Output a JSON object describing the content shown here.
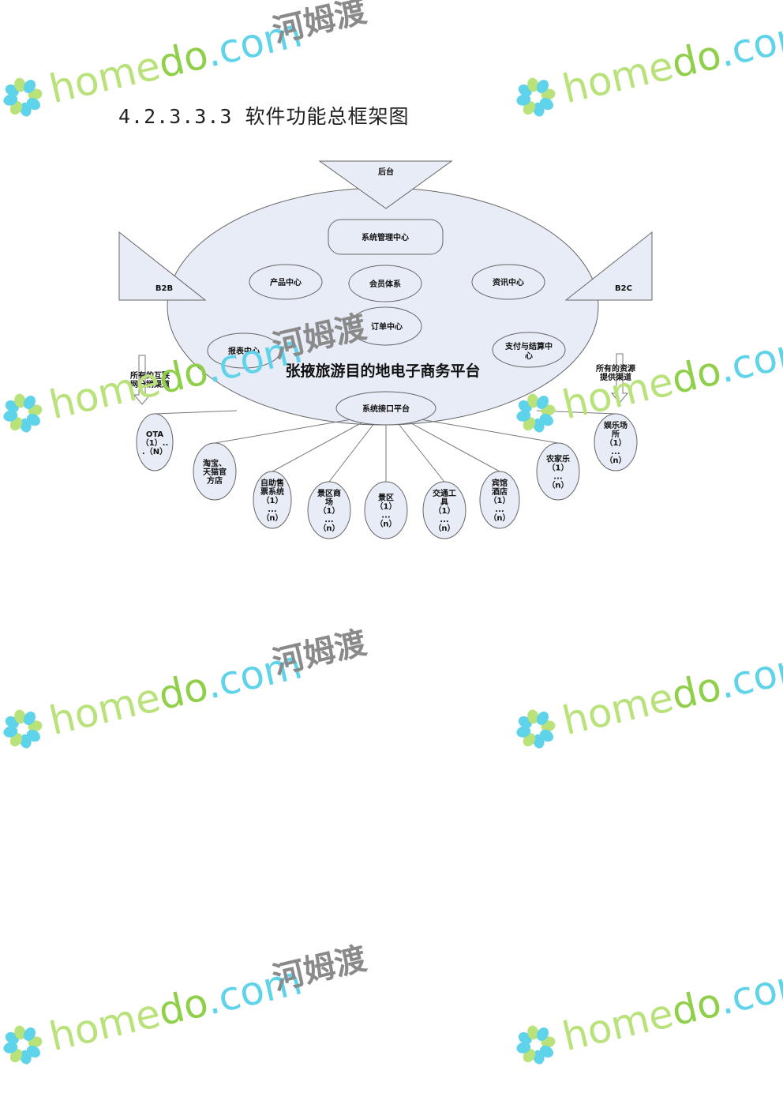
{
  "heading": "4.2.3.3.3 软件功能总框架图",
  "diagram": {
    "backend": "后台",
    "b2b": "B2B",
    "b2c": "B2C",
    "platform_title": "张掖旅游目的地电子商务平台",
    "system_mgmt": "系统管理中心",
    "product_center": "产品中心",
    "member_system": "会员体系",
    "info_center": "资讯中心",
    "order_center": "订单中心",
    "report_center": "报表中心",
    "payment_center": [
      "支付与结算中",
      "心"
    ],
    "interface_platform": "系统接口平台",
    "left_channel": [
      "所有的互联",
      "网分销渠道"
    ],
    "right_channel": [
      "所有的资源",
      "提供渠道"
    ],
    "nodes": [
      {
        "lines": [
          "OTA",
          "（1）..",
          ".（N）"
        ]
      },
      {
        "lines": [
          "淘宝、",
          "天猫官",
          "方店"
        ]
      },
      {
        "lines": [
          "自助售",
          "票系统",
          "（1）",
          "...",
          "（n）"
        ]
      },
      {
        "lines": [
          "景区商",
          "场",
          "（1）",
          "...",
          "（n）"
        ]
      },
      {
        "lines": [
          "景区",
          "（1）",
          "...",
          "（n）"
        ]
      },
      {
        "lines": [
          "交通工",
          "具",
          "（1）",
          "...",
          "（n）"
        ]
      },
      {
        "lines": [
          "宾馆",
          "酒店",
          "（1）",
          "...",
          "（n）"
        ]
      },
      {
        "lines": [
          "农家乐",
          "（1）",
          "...",
          "（n）"
        ]
      },
      {
        "lines": [
          "娱乐场",
          "所",
          "（1）",
          "...",
          "（n）"
        ]
      }
    ]
  },
  "watermark": {
    "home": "home",
    "do": "do",
    "com": ".com",
    "cn": "河姆渡"
  }
}
